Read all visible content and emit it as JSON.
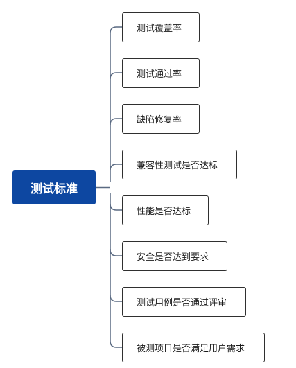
{
  "root": {
    "label": "测试标准"
  },
  "children": [
    {
      "label": "测试覆盖率"
    },
    {
      "label": "测试通过率"
    },
    {
      "label": "缺陷修复率"
    },
    {
      "label": "兼容性测试是否达标"
    },
    {
      "label": "性能是否达标"
    },
    {
      "label": "安全是否达到要求"
    },
    {
      "label": "测试用例是否通过评审"
    },
    {
      "label": "被测项目是否满足用户需求"
    }
  ],
  "colors": {
    "root_fill": "#0d47a1",
    "root_text": "#ffffff",
    "child_border": "#2f2f2f",
    "connector": "#5a6a82"
  }
}
